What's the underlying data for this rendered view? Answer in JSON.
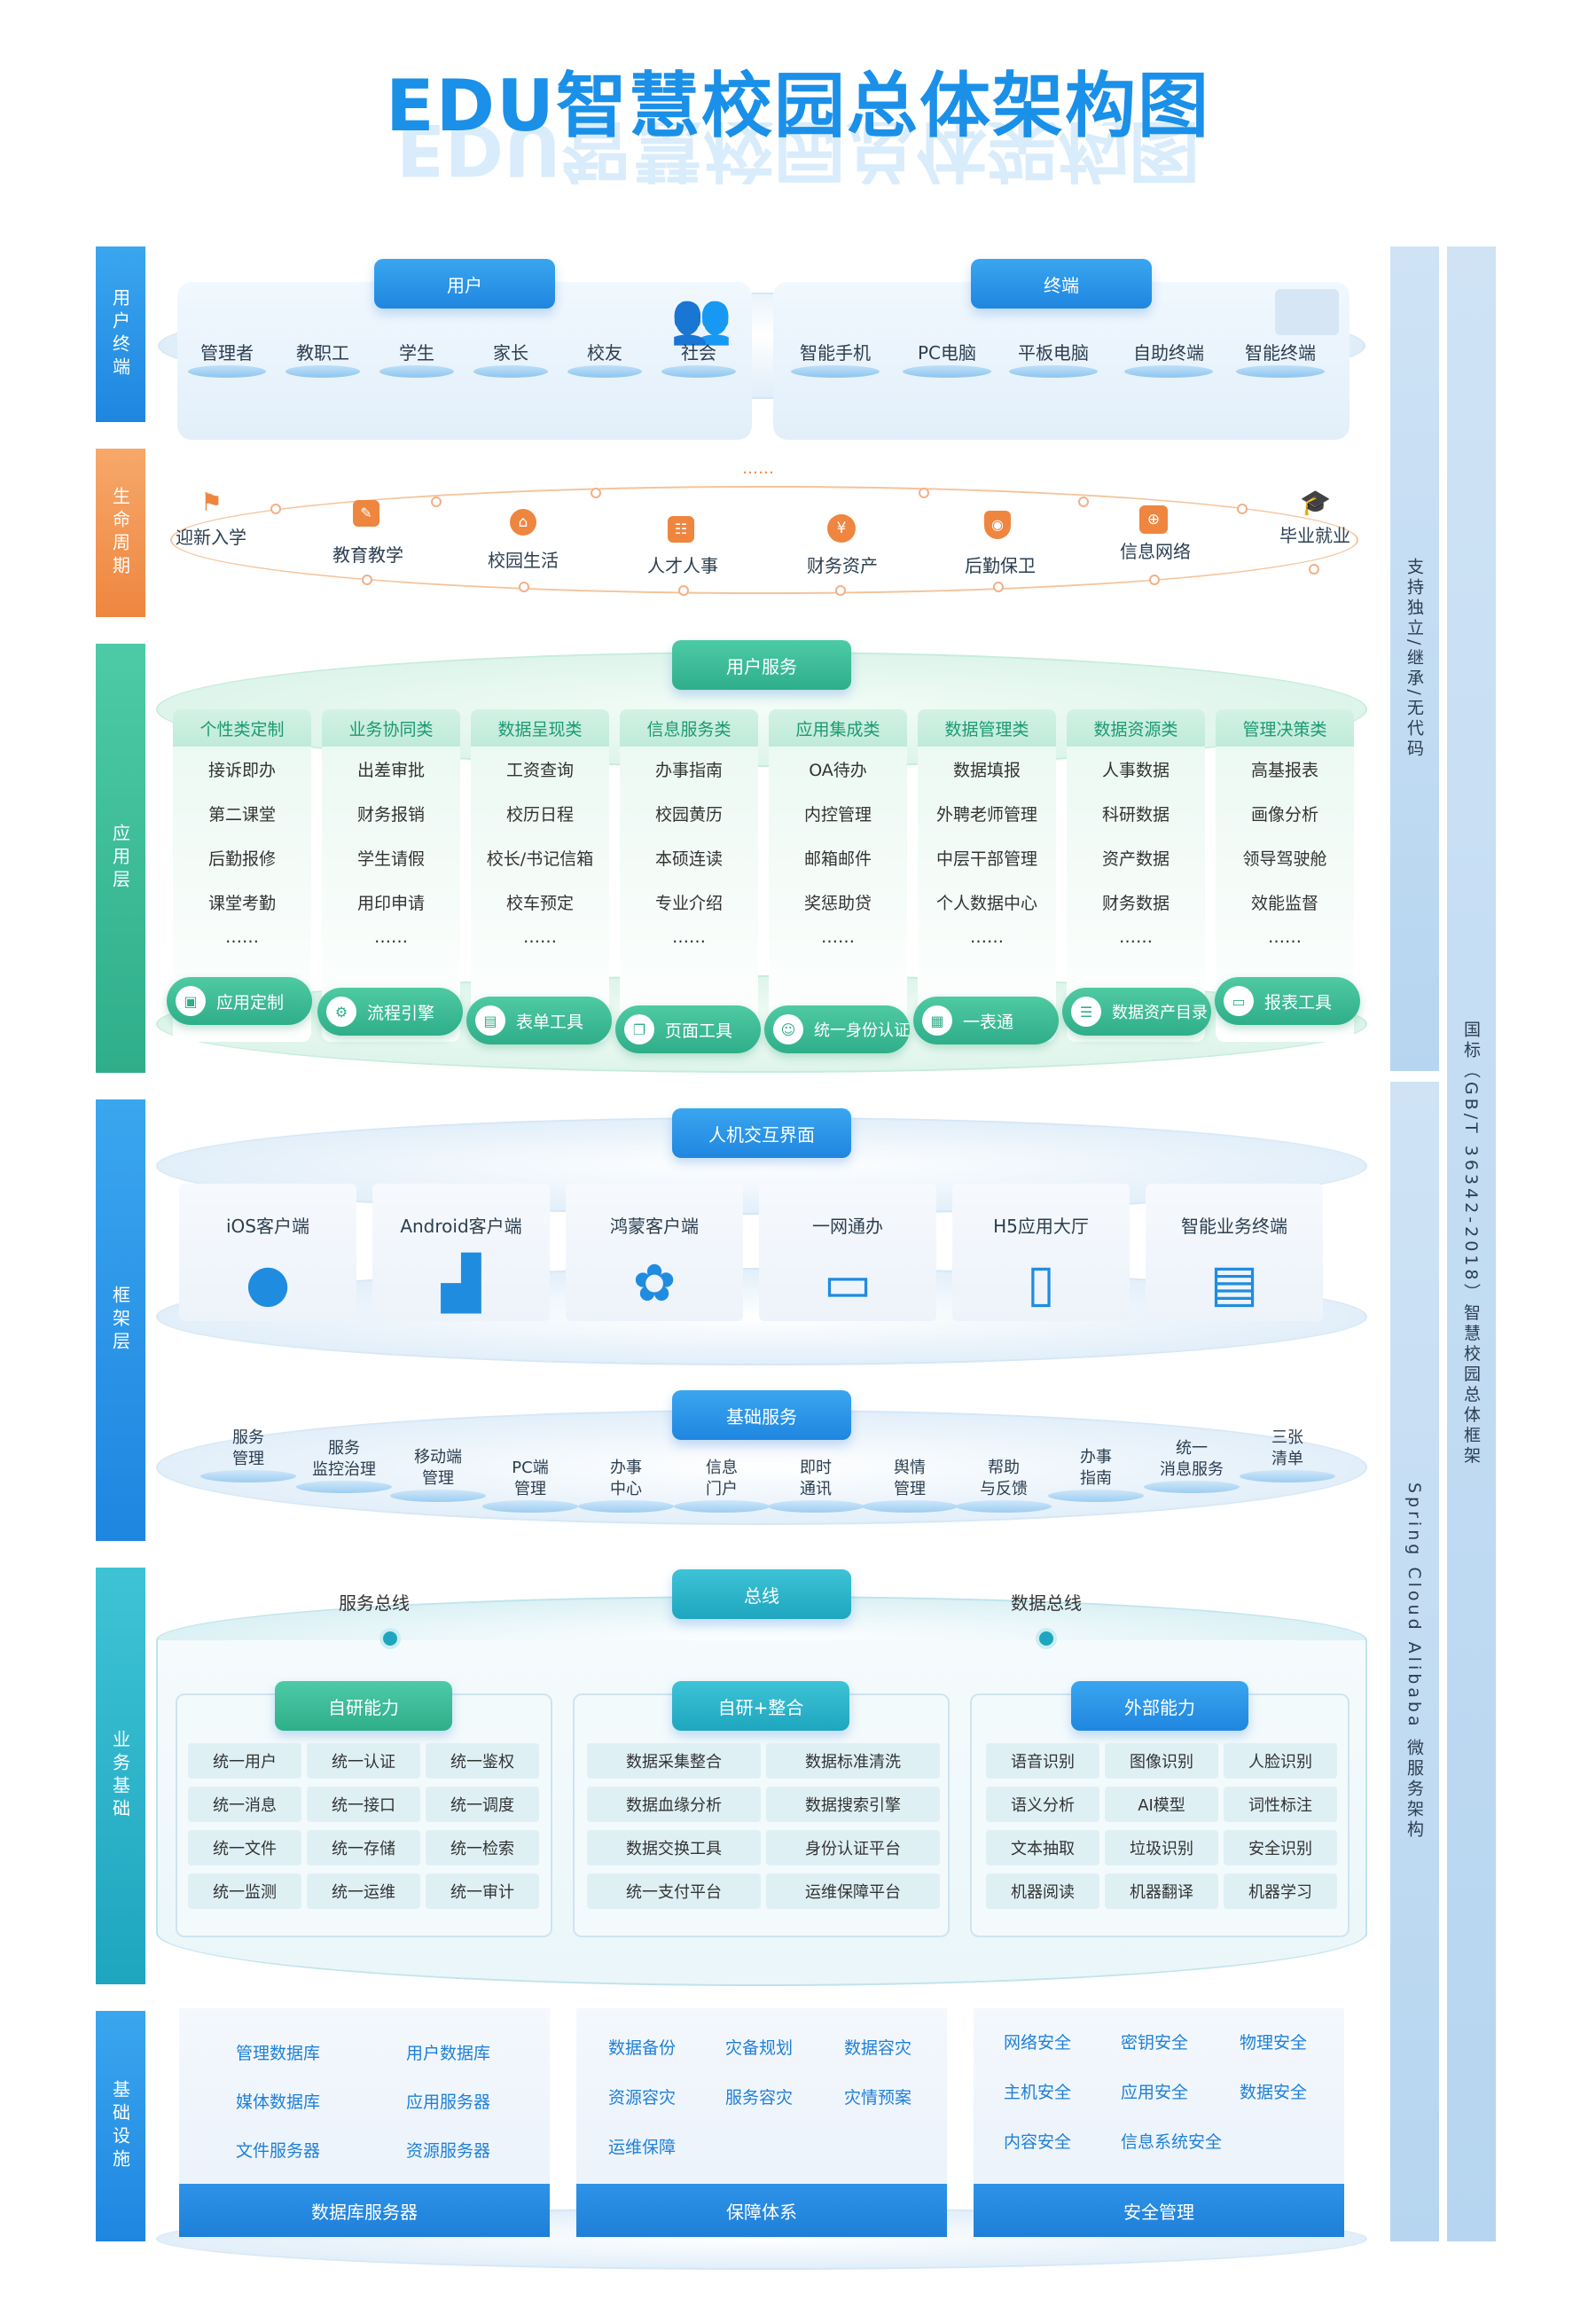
{
  "title": "EDU智慧校园总体架构图",
  "layers": {
    "user_terminal": "用户终端",
    "lifecycle": "生命周期",
    "application": "应用层",
    "framework": "框架层",
    "business_base": "业务基础",
    "infrastructure": "基础设施"
  },
  "user_section": {
    "header": "用户",
    "items": [
      "管理者",
      "教职工",
      "学生",
      "家长",
      "校友",
      "社会"
    ]
  },
  "terminal_section": {
    "header": "终端",
    "items": [
      "智能手机",
      "PC电脑",
      "平板电脑",
      "自助终端",
      "智能终端"
    ]
  },
  "lifecycle": {
    "ellipsis": "……",
    "items": [
      "迎新入学",
      "教育教学",
      "校园生活",
      "人才人事",
      "财务资产",
      "后勤保卫",
      "信息网络",
      "毕业就业"
    ]
  },
  "application": {
    "header": "用户服务",
    "columns": [
      {
        "title": "个性类定制",
        "items": [
          "接诉即办",
          "第二课堂",
          "后勤报修",
          "课堂考勤",
          "……"
        ]
      },
      {
        "title": "业务协同类",
        "items": [
          "出差审批",
          "财务报销",
          "学生请假",
          "用印申请",
          "……"
        ]
      },
      {
        "title": "数据呈现类",
        "items": [
          "工资查询",
          "校历日程",
          "校长/书记信箱",
          "校车预定",
          "……"
        ]
      },
      {
        "title": "信息服务类",
        "items": [
          "办事指南",
          "校园黄历",
          "本硕连读",
          "专业介绍",
          "……"
        ]
      },
      {
        "title": "应用集成类",
        "items": [
          "OA待办",
          "内控管理",
          "邮箱邮件",
          "奖惩助贷",
          "……"
        ]
      },
      {
        "title": "数据管理类",
        "items": [
          "数据填报",
          "外聘老师管理",
          "中层干部管理",
          "个人数据中心",
          "……"
        ]
      },
      {
        "title": "数据资源类",
        "items": [
          "人事数据",
          "科研数据",
          "资产数据",
          "财务数据",
          "……"
        ]
      },
      {
        "title": "管理决策类",
        "items": [
          "高基报表",
          "画像分析",
          "领导驾驶舱",
          "效能监督",
          "……"
        ]
      }
    ],
    "tools": [
      "应用定制",
      "流程引擎",
      "表单工具",
      "页面工具",
      "统一身份认证",
      "一表通",
      "数据资产目录",
      "报表工具"
    ]
  },
  "framework": {
    "header": "人机交互界面",
    "clients": [
      "iOS客户端",
      "Android客户端",
      "鸿蒙客户端",
      "一网通办",
      "H5应用大厅",
      "智能业务终端"
    ],
    "base_header": "基础服务",
    "base_items": [
      [
        "服务",
        "管理"
      ],
      [
        "服务",
        "监控治理"
      ],
      [
        "移动端",
        "管理"
      ],
      [
        "PC端",
        "管理"
      ],
      [
        "办事",
        "中心"
      ],
      [
        "信息",
        "门户"
      ],
      [
        "即时",
        "通讯"
      ],
      [
        "舆情",
        "管理"
      ],
      [
        "帮助",
        "与反馈"
      ],
      [
        "办事",
        "指南"
      ],
      [
        "统一",
        "消息服务"
      ],
      [
        "三张",
        "清单"
      ]
    ]
  },
  "business": {
    "header": "总线",
    "service_bus": "服务总线",
    "data_bus": "数据总线",
    "self": {
      "title": "自研能力",
      "cells": [
        "统一用户",
        "统一认证",
        "统一鉴权",
        "统一消息",
        "统一接口",
        "统一调度",
        "统一文件",
        "统一存储",
        "统一检索",
        "统一监测",
        "统一运维",
        "统一审计"
      ]
    },
    "mixed": {
      "title": "自研+整合",
      "cells": [
        "数据采集整合",
        "数据标准清洗",
        "数据血缘分析",
        "数据搜索引擎",
        "数据交换工具",
        "身份认证平台",
        "统一支付平台",
        "运维保障平台"
      ]
    },
    "external": {
      "title": "外部能力",
      "cells": [
        "语音识别",
        "图像识别",
        "人脸识别",
        "语义分析",
        "AI模型",
        "词性标注",
        "文本抽取",
        "垃圾识别",
        "安全识别",
        "机器阅读",
        "机器翻译",
        "机器学习"
      ]
    }
  },
  "infrastructure": {
    "db": {
      "footer": "数据库服务器",
      "items": [
        "管理数据库",
        "用户数据库",
        "媒体数据库",
        "应用服务器",
        "文件服务器",
        "资源服务器"
      ]
    },
    "guarantee": {
      "footer": "保障体系",
      "items": [
        "数据备份",
        "灾备规划",
        "数据容灾",
        "资源容灾",
        "服务容灾",
        "灾情预案",
        "运维保障"
      ]
    },
    "security": {
      "footer": "安全管理",
      "items": [
        "网络安全",
        "密钥安全",
        "物理安全",
        "主机安全",
        "应用安全",
        "数据安全",
        "内容安全",
        "信息系统安全"
      ]
    }
  },
  "side": {
    "support": "支持独立/继承/无代码",
    "micro": "Spring Cloud Alibaba 微服务架构",
    "national": "国标（GB/T 36342-2018）智慧校园总体框架"
  }
}
